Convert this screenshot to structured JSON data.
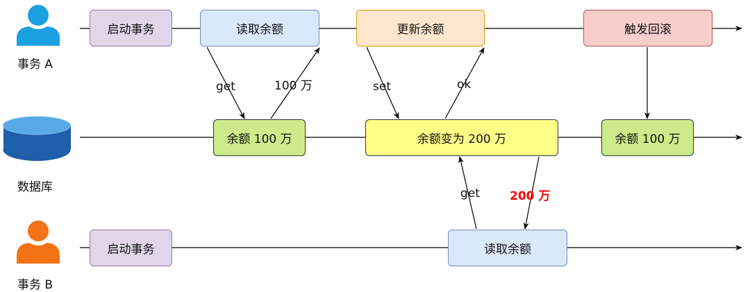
{
  "actors": {
    "a": {
      "label": "事务 A",
      "color": "#1ba1e2"
    },
    "db": {
      "label": "数据库",
      "color": "#1f5ea8"
    },
    "b": {
      "label": "事务 B",
      "color": "#f47216"
    }
  },
  "boxes": {
    "a_start": "启动事务",
    "a_read": "读取余额",
    "a_update": "更新余额",
    "a_rollback": "触发回滚",
    "db_balance_1": "余额 100 万",
    "db_changed": "余额变为 200 万",
    "db_balance_2": "余额 100 万",
    "b_start": "启动事务",
    "b_read": "读取余额"
  },
  "labels": {
    "get_a": "get",
    "val_100": "100 万",
    "set_a": "set",
    "ok_a": "ok",
    "get_b": "get",
    "val_200": "200 万"
  },
  "colors": {
    "line": "#000000",
    "dirty_value": "#ff0000"
  }
}
